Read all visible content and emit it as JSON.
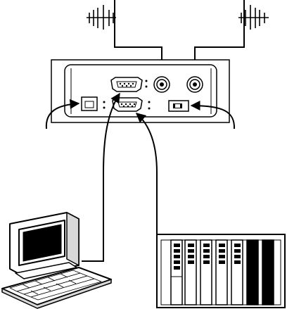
{
  "diagram": {
    "components": [
      {
        "id": "antenna-left",
        "kind": "antenna"
      },
      {
        "id": "antenna-right",
        "kind": "antenna"
      },
      {
        "id": "radio-modem",
        "kind": "device",
        "ports": [
          "ethernet-port",
          "serial-port-top",
          "serial-port-bottom",
          "antenna-connector-left",
          "antenna-connector-right",
          "power-connector"
        ]
      },
      {
        "id": "computer",
        "kind": "workstation"
      },
      {
        "id": "plc-rack",
        "kind": "controller",
        "modules": 8
      }
    ],
    "connections": [
      {
        "from": "antenna-left",
        "to": "antenna-connector-left"
      },
      {
        "from": "antenna-right",
        "to": "antenna-connector-right"
      },
      {
        "from": "computer",
        "to": "serial-port-top"
      },
      {
        "from": "plc-rack",
        "to": "serial-port-bottom"
      },
      {
        "from": "external-left",
        "to": "ethernet-port"
      },
      {
        "from": "external-right",
        "to": "power-connector"
      }
    ],
    "colors": {
      "stroke": "#000000",
      "fill": "#ffffff",
      "dark": "#000000",
      "mid": "#8a8a8a",
      "light": "#d8d8d8"
    }
  }
}
